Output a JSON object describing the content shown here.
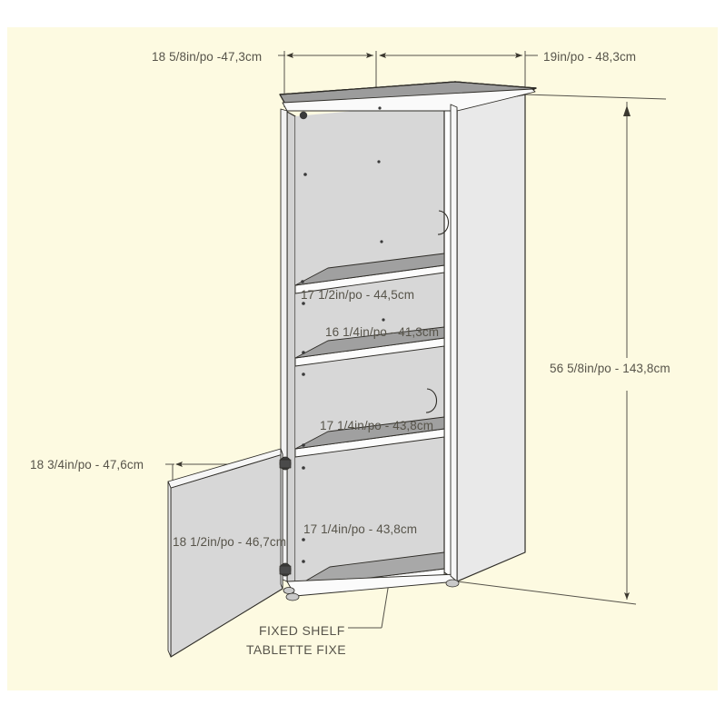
{
  "page": {
    "title": "Cabinet Assembly Dimension Drawing",
    "background_color": "#ffffff",
    "canvas_color": "#fdfae1",
    "line_color": "#4a473e",
    "text_color": "#57544a"
  },
  "dimensions": {
    "width_inner": "18 5/8in/po -47,3cm",
    "depth": "19in/po - 48,3cm",
    "height": "56 5/8in/po - 143,8cm",
    "opening_1": "17 1/2in/po - 44,5cm",
    "opening_2": "16 1/4in/po - 41,3cm",
    "opening_3": "17 1/4in/po - 43,8cm",
    "opening_4": "17 1/4in/po - 43,8cm",
    "door_width": "18 3/4in/po - 47,6cm",
    "door_height": "18 1/2in/po - 46,7cm"
  },
  "callouts": {
    "fixed_shelf_en": "FIXED SHELF",
    "fixed_shelf_fr": "TABLETTE FIXE"
  },
  "object": {
    "name": "storage-cabinet",
    "description": "Tall open storage cabinet with four shelves and one lower hinged door",
    "shelf_count": 4,
    "door_count": 1
  }
}
